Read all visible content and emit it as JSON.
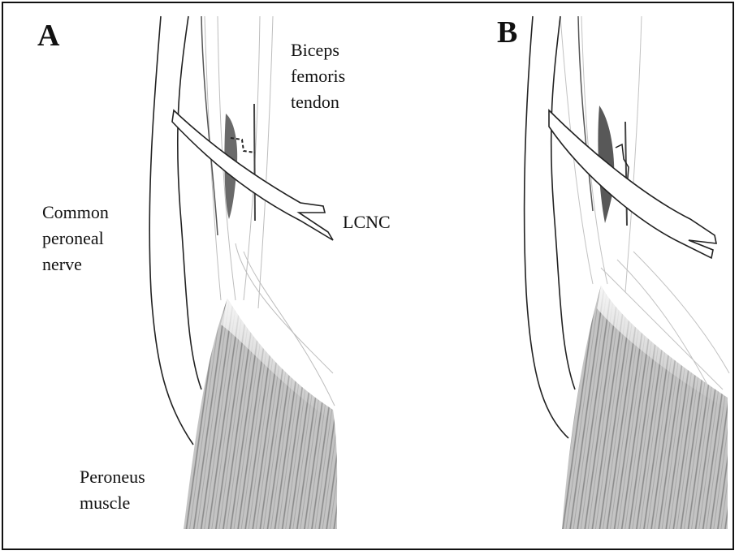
{
  "panels": [
    {
      "letter": "A"
    },
    {
      "letter": "B"
    }
  ],
  "labels": {
    "biceps": [
      "Biceps",
      "femoris",
      "tendon"
    ],
    "lcnc": "LCNC",
    "common_peroneal": [
      "Common",
      "peroneal",
      "nerve"
    ],
    "peroneus": [
      "Peroneus",
      "muscle"
    ]
  }
}
